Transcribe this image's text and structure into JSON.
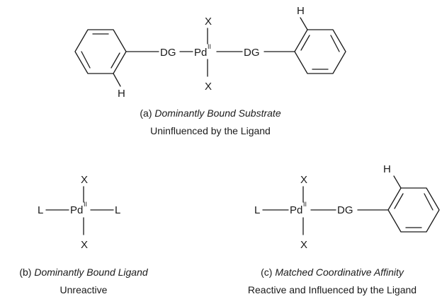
{
  "panel_a": {
    "x_top": "X",
    "x_bottom": "X",
    "h_left": "H",
    "h_right": "H",
    "dg_left": "DG",
    "dg_right": "DG",
    "metal": "Pd",
    "oxidation": "II",
    "caption_prefix": "(a) ",
    "caption_title": "Dominantly Bound Substrate",
    "caption_sub": "Uninfluenced by the Ligand"
  },
  "panel_b": {
    "x_top": "X",
    "x_bottom": "X",
    "l_left": "L",
    "l_right": "L",
    "metal": "Pd",
    "oxidation": "II",
    "caption_prefix": "(b) ",
    "caption_title": "Dominantly Bound Ligand",
    "caption_sub": "Unreactive"
  },
  "panel_c": {
    "x_top": "X",
    "x_bottom": "X",
    "l_left": "L",
    "h_right": "H",
    "dg_right": "DG",
    "metal": "Pd",
    "oxidation": "II",
    "caption_prefix": "(c) ",
    "caption_title": "Matched Coordinative Affinity",
    "caption_sub": "Reactive and Influenced by the Ligand"
  }
}
